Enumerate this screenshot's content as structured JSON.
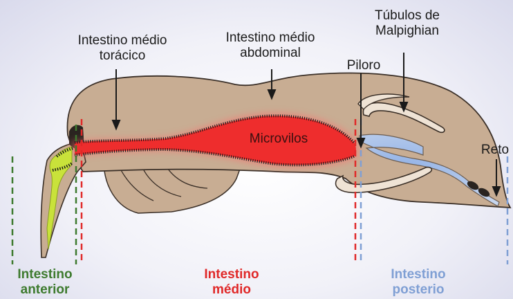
{
  "labels": {
    "thoracic_line1": "Intestino médio",
    "thoracic_line2": "torácico",
    "abdominal_line1": "Intestino médio",
    "abdominal_line2": "abdominal",
    "malpighian_line1": "Túbulos de",
    "malpighian_line2": "Malpighian",
    "pylorus": "Piloro",
    "microvilli": "Microvilos",
    "rectum": "Reto"
  },
  "regions": {
    "foregut_line1": "Intestino",
    "foregut_line2": "anterior",
    "midgut_line1": "Intestino",
    "midgut_line2": "médio",
    "hindgut_line1": "Intestino",
    "hindgut_line2": "posterio"
  },
  "colors": {
    "body": "#c8ad93",
    "body_outline": "#3a2f27",
    "midgut": "#ee2d2d",
    "foregut": "#c9e23a",
    "hindgut": "#a6c4e8",
    "foregut_text": "#3d7a2e",
    "midgut_text": "#e02828",
    "hindgut_text": "#7f9fd4"
  }
}
